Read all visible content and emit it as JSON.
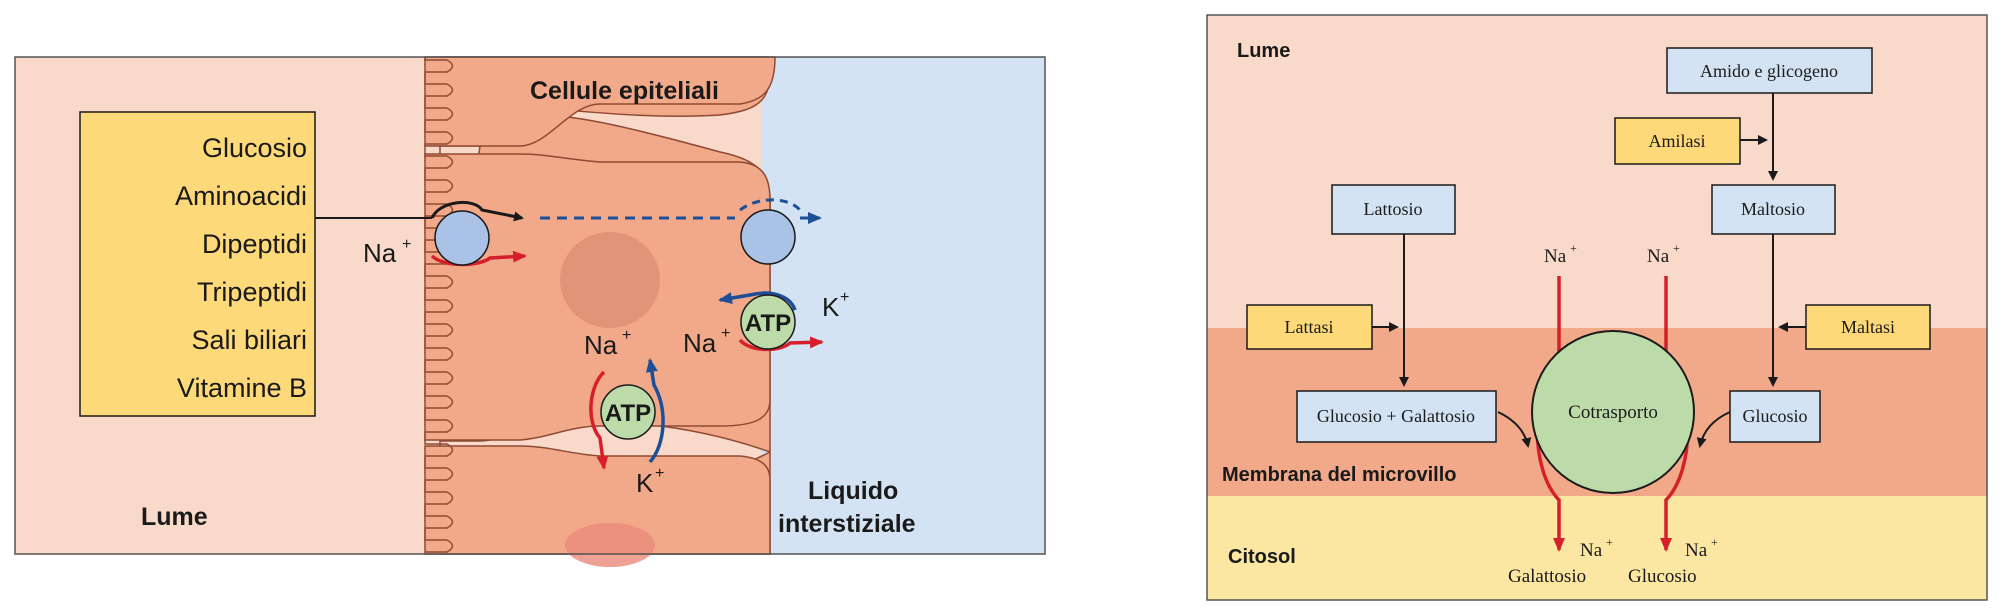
{
  "left_panel": {
    "title_cells": "Cellule epiteliali",
    "lume": "Lume",
    "interstitial_line1": "Liquido",
    "interstitial_line2": "interstiziale",
    "nutrients": [
      "Glucosio",
      "Aminoacidi",
      "Dipeptidi",
      "Tripeptidi",
      "Sali biliari",
      "Vitamine B"
    ],
    "na_cotransport": "Na",
    "na_pump_basal": "Na",
    "na_pump_lateral": "Na",
    "k_pump_lateral": "K",
    "k_pump_basal": "K",
    "plus": "+",
    "atp": "ATP"
  },
  "right_panel": {
    "lume": "Lume",
    "membrane": "Membrana del microvillo",
    "cytosol": "Citosol",
    "amido": "Amido e glicogeno",
    "amilasi": "Amilasi",
    "maltosio": "Maltosio",
    "lattosio": "Lattosio",
    "lattasi": "Lattasi",
    "maltasi": "Maltasi",
    "glu_gal": "Glucosio + Galattosio",
    "glucosio": "Glucosio",
    "cotrasporto": "Cotrasporto",
    "na_top_left": "Na",
    "na_top_right": "Na",
    "na_bottom_left": "Na",
    "na_bottom_right": "Na",
    "plus": "+",
    "galattosio_out": "Galattosio",
    "glucosio_out": "Glucosio"
  },
  "colors": {
    "lumen_bg": "#f9d9c9",
    "cell": "#f2a98a",
    "interstitial": "#d4e3f3",
    "membrane_band": "#f2a98a",
    "cytosol": "#fbe6a2",
    "yellow_box": "#fdd979",
    "blue_box": "#d3e3f4",
    "green": "#bddba9",
    "red": "#d71f2b",
    "blue_arrow": "#1c4f97"
  }
}
